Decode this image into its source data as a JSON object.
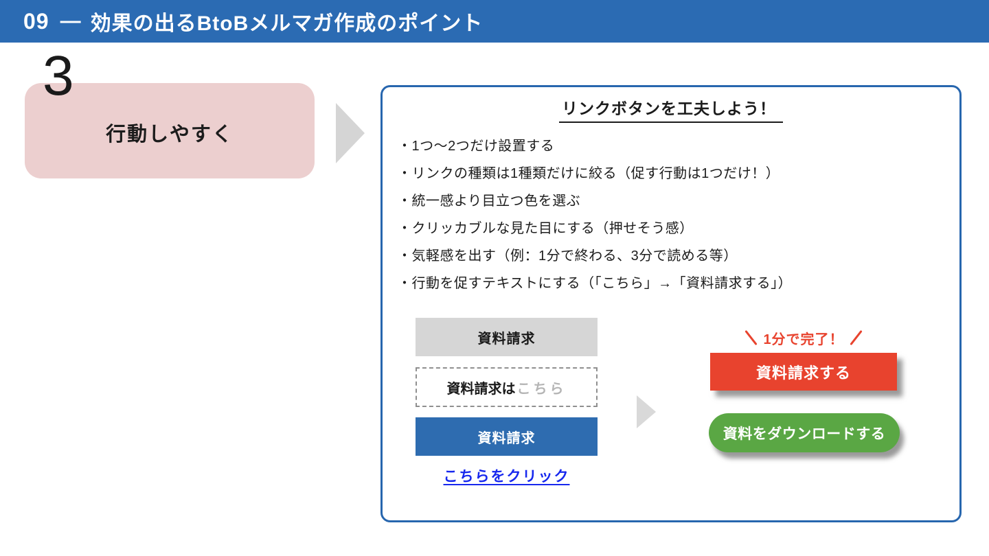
{
  "colors": {
    "header_blue": "#2b6bb3",
    "panel_border_blue": "#2766ae",
    "step_pink": "#eccfcf",
    "arrow_gray": "#d5d5d5",
    "gray_button_bg": "#d6d6d6",
    "blue_button_bg": "#2e6cb0",
    "link_blue": "#1728ee",
    "muted_text_gray": "#b5b5b5",
    "accent_red": "#e8432e",
    "accent_green": "#5aa744"
  },
  "header": {
    "number": "09",
    "dash": "―",
    "title": "効果の出るBtoBメルマガ作成のポイント"
  },
  "step": {
    "number": "3",
    "label": "行動しやすく"
  },
  "panel": {
    "title": "リンクボタンを工夫しよう！",
    "bullets": [
      "・1つ〜2つだけ設置する",
      "・リンクの種類は1種類だけに絞る（促す行動は1つだけ！）",
      "・統一感より目立つ色を選ぶ",
      "・クリッカブルな見た目にする（押せそう感）",
      "・気軽感を出す（例：1分で終わる、3分で読める等）",
      "・行動を促すテキストにする（「こちら」→「資料請求する」）"
    ],
    "examples_before": {
      "gray_button": "資料請求",
      "dashed_button_prefix": "資料請求は",
      "dashed_button_muted": "こちら",
      "blue_button": "資料請求",
      "text_link": "こちらをクリック"
    },
    "examples_after": {
      "callout": "1分で完了！",
      "red_button": "資料請求する",
      "green_button": "資料をダウンロードする"
    }
  }
}
